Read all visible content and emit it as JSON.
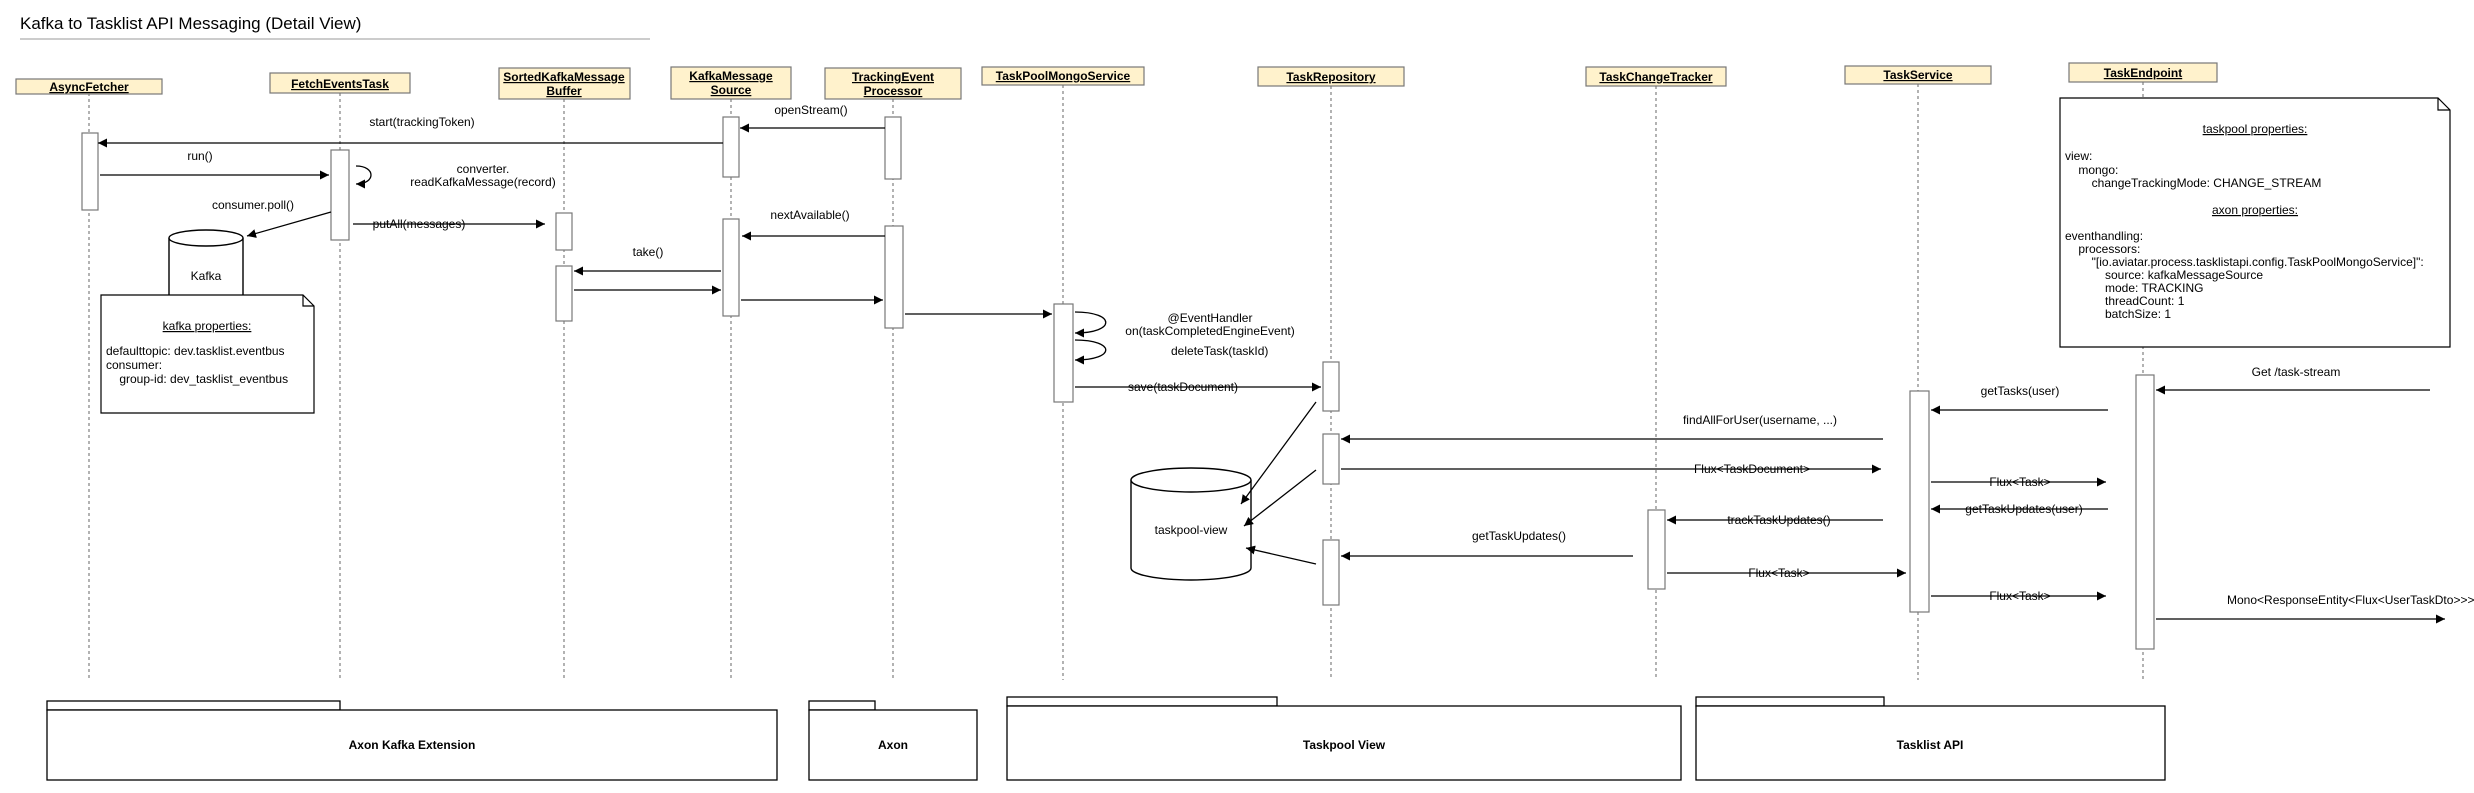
{
  "title": "Kafka to Tasklist API Messaging (Detail View)",
  "colors": {
    "lifeline_header": "#fff2cc",
    "lifeline_border": "#000000",
    "activation": "#ffffff",
    "lines": "#000000",
    "dashed": "#808080"
  },
  "lifelines": [
    {
      "id": "asyncfetcher",
      "lines": [
        "AsyncFetcher"
      ]
    },
    {
      "id": "fetcheventstask",
      "lines": [
        "FetchEventsTask"
      ]
    },
    {
      "id": "sortedbuffer",
      "lines": [
        "SortedKafkaMessage",
        "Buffer"
      ]
    },
    {
      "id": "kafkasource",
      "lines": [
        "KafkaMessage",
        "Source"
      ]
    },
    {
      "id": "trackingprocessor",
      "lines": [
        "TrackingEvent",
        "Processor"
      ]
    },
    {
      "id": "taskpoolmongo",
      "lines": [
        "TaskPoolMongoService"
      ]
    },
    {
      "id": "taskrepository",
      "lines": [
        "TaskRepository"
      ]
    },
    {
      "id": "taskchangetracker",
      "lines": [
        "TaskChangeTracker"
      ]
    },
    {
      "id": "taskservice",
      "lines": [
        "TaskService"
      ]
    },
    {
      "id": "taskendpoint",
      "lines": [
        "TaskEndpoint"
      ]
    }
  ],
  "messages": [
    {
      "id": "start",
      "text": "start(trackingToken)"
    },
    {
      "id": "openstream",
      "text": "openStream()"
    },
    {
      "id": "run",
      "text": "run()"
    },
    {
      "id": "converter",
      "lines": [
        "converter.",
        "readKafkaMessage(record)"
      ]
    },
    {
      "id": "poll",
      "text": "consumer.poll()"
    },
    {
      "id": "putall",
      "text": "putAll(messages)"
    },
    {
      "id": "nextavailable",
      "text": "nextAvailable()"
    },
    {
      "id": "take",
      "text": "take()"
    },
    {
      "id": "eventhandler",
      "lines": [
        "@EventHandler",
        "on(taskCompletedEngineEvent)"
      ]
    },
    {
      "id": "deletetask",
      "text": "deleteTask(taskId)"
    },
    {
      "id": "save",
      "text": "save(taskDocument)"
    },
    {
      "id": "gettaskstream",
      "text": "Get /task-stream"
    },
    {
      "id": "gettasks",
      "text": "getTasks(user)"
    },
    {
      "id": "findall",
      "text": "findAllForUser(username, ...)"
    },
    {
      "id": "fluxtaskdoc",
      "text": "Flux<TaskDocument>"
    },
    {
      "id": "fluxtask1",
      "text": "Flux<Task>"
    },
    {
      "id": "gettaskupdates_user",
      "text": "getTaskUpdates(user)"
    },
    {
      "id": "tracktaskupdates",
      "text": "trackTaskUpdates()"
    },
    {
      "id": "gettaskupdates",
      "text": "getTaskUpdates()"
    },
    {
      "id": "fluxtask2",
      "text": "Flux<Task>"
    },
    {
      "id": "fluxtask3",
      "text": "Flux<Task>"
    },
    {
      "id": "mono",
      "text": "Mono<ResponseEntity<Flux<UserTaskDto>>>"
    }
  ],
  "databases": [
    {
      "id": "kafka",
      "label": "Kafka"
    },
    {
      "id": "taskpoolview",
      "label": "taskpool-view"
    }
  ],
  "notes": {
    "kafka": {
      "header": "kafka properties:",
      "lines": [
        "defaulttopic: dev.tasklist.eventbus",
        "consumer:",
        "    group-id: dev_tasklist_eventbus"
      ]
    },
    "taskpool": {
      "header1": "taskpool properties:",
      "lines1": [
        "view:",
        "    mongo:",
        "        changeTrackingMode: CHANGE_STREAM"
      ],
      "header2": "axon properties:",
      "lines2": [
        "eventhandling:",
        "    processors:",
        "        \"[io.aviatar.process.tasklistapi.config.TaskPoolMongoService]\":",
        "            source: kafkaMessageSource",
        "            mode: TRACKING",
        "            threadCount: 1",
        "            batchSize: 1"
      ]
    }
  },
  "packages": [
    {
      "id": "axon-kafka",
      "label": "Axon Kafka Extension"
    },
    {
      "id": "axon",
      "label": "Axon"
    },
    {
      "id": "taskpool-view",
      "label": "Taskpool View"
    },
    {
      "id": "tasklist-api",
      "label": "Tasklist API"
    }
  ]
}
